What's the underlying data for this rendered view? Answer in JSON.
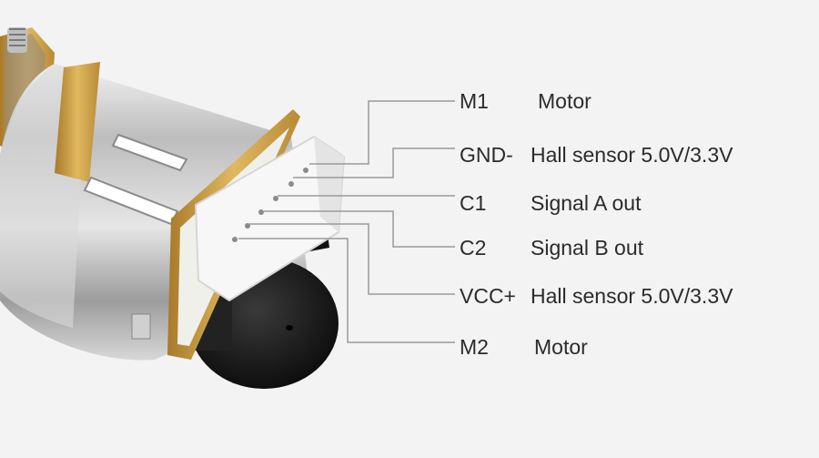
{
  "pinout": [
    {
      "code": "M1",
      "description": "Motor"
    },
    {
      "code": "GND-",
      "description": "Hall sensor 5.0V/3.3V"
    },
    {
      "code": "C1",
      "description": "Signal A out"
    },
    {
      "code": "C2",
      "description": "Signal B out"
    },
    {
      "code": "VCC+",
      "description": "Hall sensor 5.0V/3.3V"
    },
    {
      "code": "M2",
      "description": "Motor"
    }
  ],
  "colors": {
    "background": "#f3f3f3",
    "leader_line": "#9a9a9a",
    "text": "#2b2b2b",
    "pcb_gold": "#c9a04a",
    "motor_silver": "#c9c9c9",
    "magnet_black": "#1c1c1c",
    "connector_white": "#f7f7f7"
  }
}
